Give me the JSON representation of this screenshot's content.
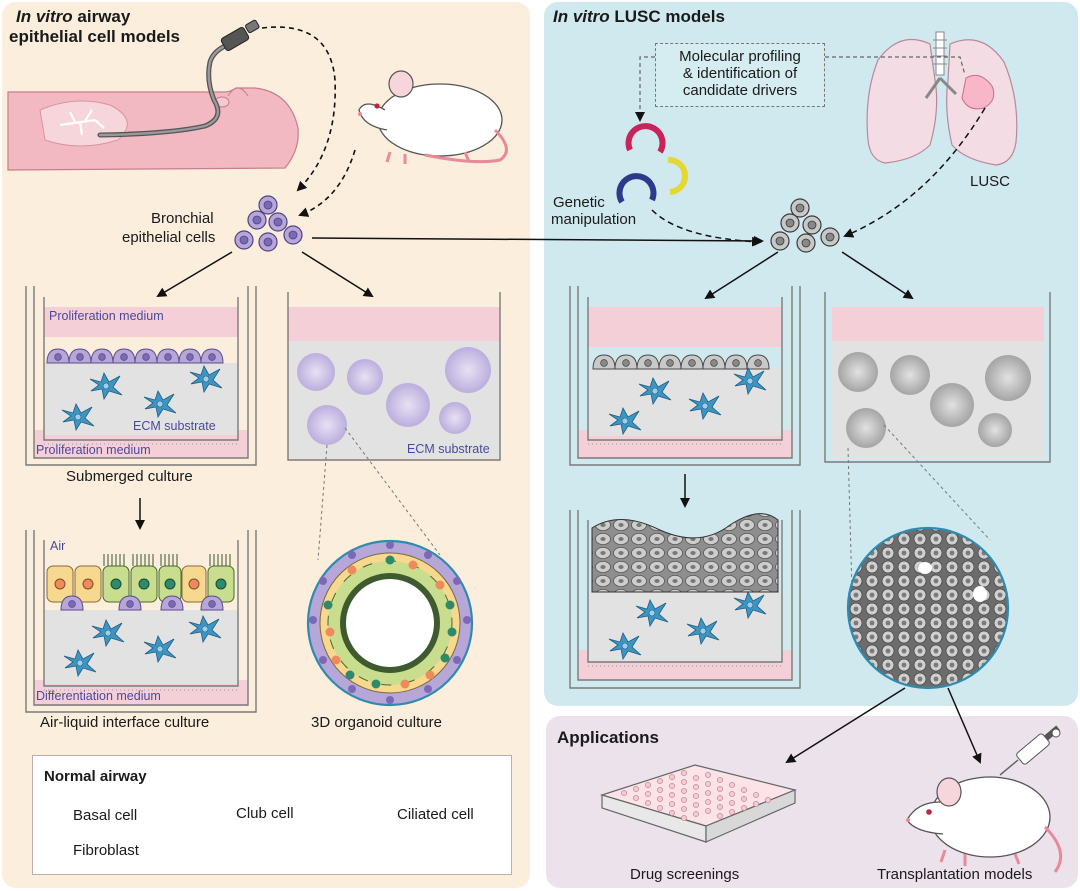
{
  "left_panel": {
    "title_italic": "In vitro",
    "title_rest": " airway",
    "title_line2": "epithelial cell models",
    "bronchial_line1": "Bronchial",
    "bronchial_line2": "epithelial cells",
    "submerged": {
      "top_medium": "Proliferation medium",
      "ecm": "ECM substrate",
      "bottom_medium": "Proliferation medium",
      "caption": "Submerged culture"
    },
    "organoid_well": {
      "ecm": "ECM substrate"
    },
    "ali": {
      "air": "Air",
      "bottom_medium": "Differentiation medium",
      "caption": "Air-liquid interface culture"
    },
    "organoid_caption": "3D organoid culture"
  },
  "legend": {
    "title": "Normal airway",
    "items": [
      "Basal cell",
      "Club cell",
      "Ciliated cell",
      "Fibroblast"
    ]
  },
  "right_panel": {
    "title_italic": "In vitro",
    "title_rest": " LUSC models",
    "profiling_lines": [
      "Molecular profiling",
      "& identification of",
      "candidate drivers"
    ],
    "genetic_line1": "Genetic",
    "genetic_line2": "manipulation",
    "lusc": "LUSC"
  },
  "applications": {
    "title": "Applications",
    "drug": "Drug screenings",
    "transplant": "Transplantation models"
  },
  "colors": {
    "left_bg": "#fbeedd",
    "right_bg": "#cfe9ee",
    "app_bg": "#ece2ec",
    "basal_cell": "#b7a6d8",
    "club_cell": "#c8dd8e",
    "ciliated_cell": "#f6d88f",
    "fibroblast": "#3f95c2",
    "tumor_cell": "#9a9a9a",
    "medium_pink": "#f4cfd8"
  },
  "icons": [
    "bronchoscope-icon",
    "mouse-icon",
    "lung-icon",
    "plasmid-icon",
    "well-plate-icon",
    "syringe-icon"
  ]
}
